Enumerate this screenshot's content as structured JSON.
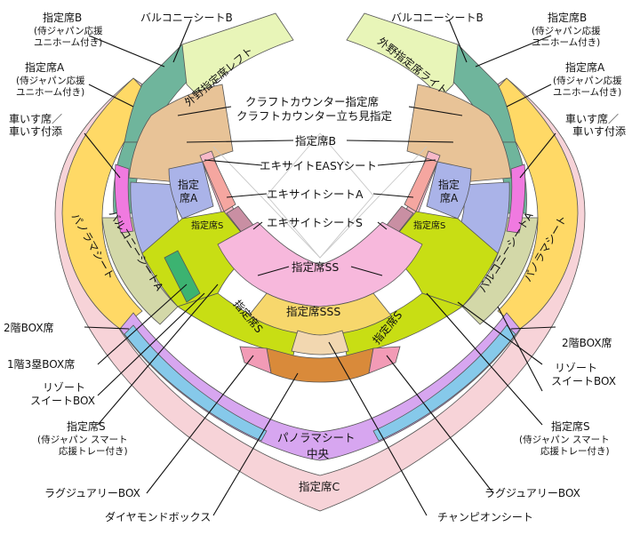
{
  "colors": {
    "diamond_c": "#f7d3d8",
    "panorama": "#ffd966",
    "panorama_chuo": "#d7a6f0",
    "box2": "#86c9ea",
    "resort": "#9fd7f0",
    "balcony_b": "#6fb59c",
    "outfield": "#e8f5b8",
    "balcony_a": "#d3d8a8",
    "shitei_b": "#e8c397",
    "shitei_a": "#aab3e8",
    "wheelchair": "#f07ae0",
    "easy": "#f7b9c9",
    "exc_a": "#f5a6a0",
    "exc_s": "#c98fa3",
    "shitei_s": "#c8de14",
    "shitei_ss": "#f7b8dc",
    "shitei_sss": "#f7d76c",
    "champion": "#f2d7b0",
    "diamond_box": "#d98a3a",
    "luxury": "#f29bb6",
    "green_box": "#3cb371"
  },
  "labels": {
    "shitei_b_l": "指定席B",
    "shitei_b_l2": "(侍ジャパン応援",
    "shitei_b_l3": "ユニホーム付き)",
    "balcony_b_l": "バルコニーシートB",
    "balcony_b_r": "バルコニーシートB",
    "shitei_b_r": "指定席B",
    "shitei_b_r2": "(侍ジャパン応援",
    "shitei_b_r3": "ユニホーム付き)",
    "shitei_a_l": "指定席A",
    "shitei_a_l2": "(侍ジャパン応援",
    "shitei_a_l3": "ユニホーム付き)",
    "shitei_a_r": "指定席A",
    "shitei_a_r2": "(侍ジャパン応援",
    "shitei_a_r3": "ユニホーム付き)",
    "outfield_left": "外野指定席レフト",
    "outfield_right": "外野指定席ライト",
    "craft_1": "クラフトカウンター指定席",
    "craft_2": "クラフトカウンター立ち見指定",
    "wheel_l1": "車いす席／",
    "wheel_l2": "車いす付添",
    "wheel_r1": "車いす席／",
    "wheel_r2": "車いす付添",
    "shitei_b_center": "指定席B",
    "easy": "エキサイトEASYシート",
    "exc_a": "エキサイトシートA",
    "exc_s": "エキサイトシートS",
    "shitei_a_in_l1": "指定",
    "shitei_a_in_l2": "席A",
    "shitei_a_in_r1": "指定",
    "shitei_a_in_r2": "席A",
    "shitei_s_in_l": "指定席S",
    "shitei_s_in_r": "指定席S",
    "panorama_l": "パノラマシート",
    "panorama_r": "パノラマシート",
    "balcony_a_l": "バルコニーシートA",
    "balcony_a_r": "バルコニーシートA",
    "shitei_ss": "指定席SS",
    "shitei_sss": "指定席SSS",
    "shitei_s_big_l": "指定席S",
    "shitei_s_big_r": "指定席S",
    "box2_l": "2階BOX席",
    "box2_r": "2階BOX席",
    "box13_l": "1階3塁BOX席",
    "resort_l1": "リゾート",
    "resort_l2": "スイートBOX",
    "resort_r1": "リゾート",
    "resort_r2": "スイートBOX",
    "shitei_s_smart_l1": "指定席S",
    "shitei_s_smart_l2": "(侍ジャパン スマート",
    "shitei_s_smart_l3": "応援トレー付き)",
    "shitei_s_smart_r1": "指定席S",
    "shitei_s_smart_r2": "(侍ジャパン スマート",
    "shitei_s_smart_r3": "応援トレー付き)",
    "panorama_chuo_1": "パノラマシート",
    "panorama_chuo_2": "中央",
    "luxury_l": "ラグジュアリーBOX",
    "luxury_r": "ラグジュアリーBOX",
    "shitei_c": "指定席C",
    "diamond_box": "ダイヤモンドボックス",
    "champion": "チャンピオンシート"
  }
}
